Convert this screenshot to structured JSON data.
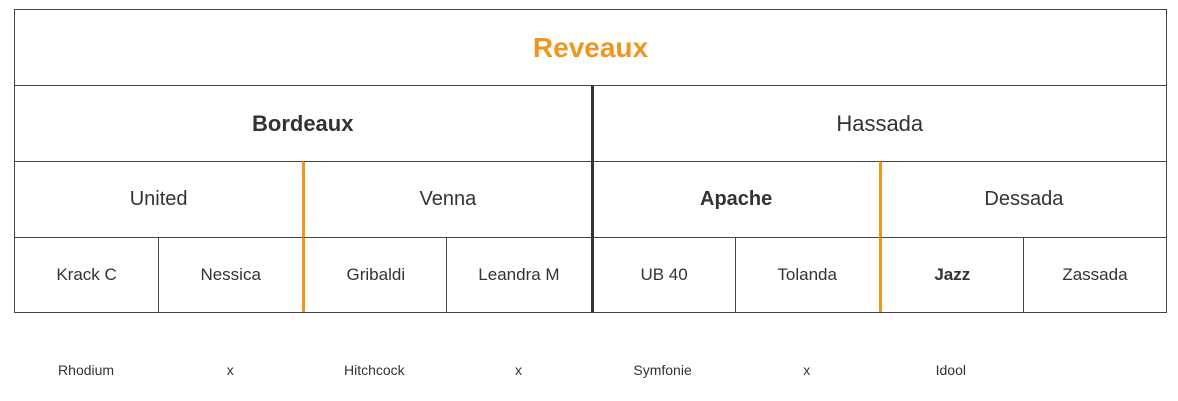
{
  "root": {
    "label": "Reveaux"
  },
  "level1": [
    {
      "label": "Bordeaux",
      "bold": true
    },
    {
      "label": "Hassada",
      "bold": false
    }
  ],
  "level2": [
    {
      "label": "United",
      "bold": false
    },
    {
      "label": "Venna",
      "bold": false
    },
    {
      "label": "Apache",
      "bold": true
    },
    {
      "label": "Dessada",
      "bold": false
    }
  ],
  "level3": [
    {
      "label": "Krack C",
      "bold": false
    },
    {
      "label": "Nessica",
      "bold": false
    },
    {
      "label": "Gribaldi",
      "bold": false
    },
    {
      "label": "Leandra M",
      "bold": false
    },
    {
      "label": "UB 40",
      "bold": false
    },
    {
      "label": "Tolanda",
      "bold": false
    },
    {
      "label": "Jazz",
      "bold": true
    },
    {
      "label": "Zassada",
      "bold": false
    }
  ],
  "footer": [
    "Rhodium",
    "x",
    "Hitchcock",
    "x",
    "Symfonie",
    "x",
    "Idool",
    ""
  ],
  "colors": {
    "accent": "#f0961e",
    "line": "#444444"
  }
}
